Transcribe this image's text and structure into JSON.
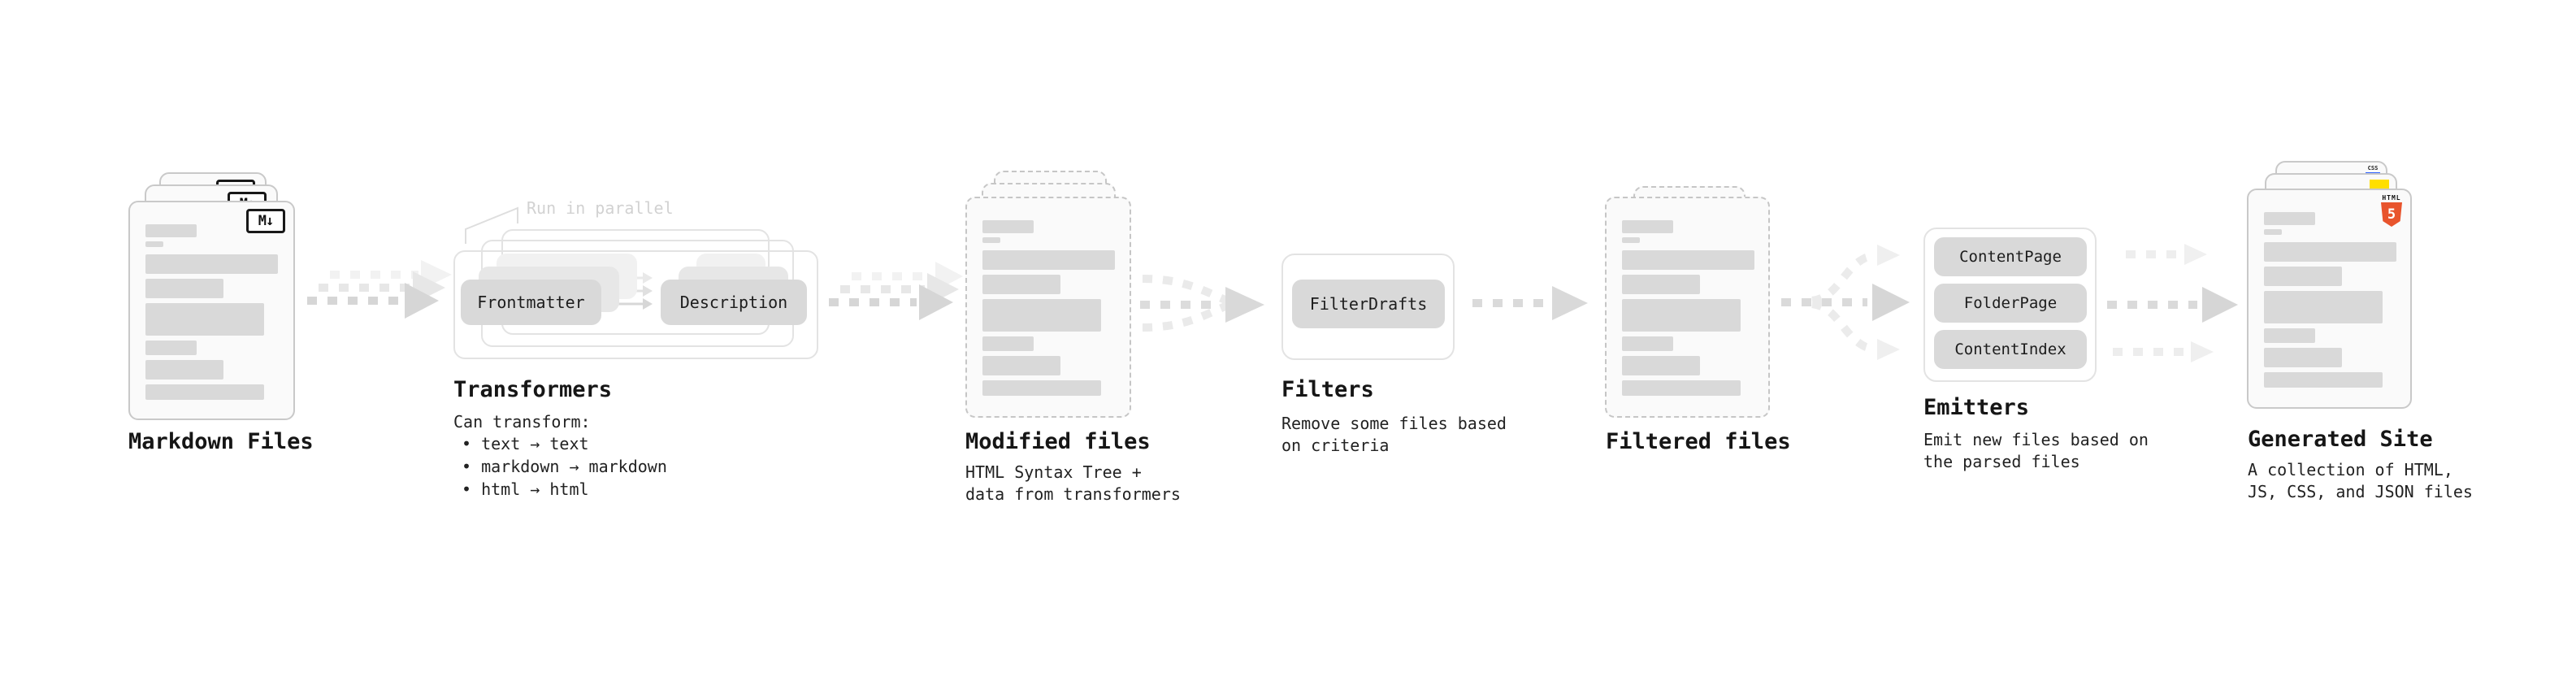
{
  "stages": {
    "markdown_files": {
      "label": "Markdown Files"
    },
    "transformers": {
      "label": "Transformers",
      "annotation": "Run in parallel",
      "node_left": "Frontmatter",
      "node_right": "Description",
      "desc_heading": "Can transform:",
      "bullets": [
        "• text → text",
        "• markdown → markdown",
        "• html → html"
      ]
    },
    "modified_files": {
      "label": "Modified files",
      "desc_lines": [
        "HTML Syntax Tree +",
        "data from transformers"
      ]
    },
    "filters": {
      "label": "Filters",
      "node": "FilterDrafts",
      "desc_lines": [
        "Remove some files based",
        "on criteria"
      ]
    },
    "filtered_files": {
      "label": "Filtered files"
    },
    "emitters": {
      "label": "Emitters",
      "nodes": [
        "ContentPage",
        "FolderPage",
        "ContentIndex"
      ],
      "desc_lines": [
        "Emit new files based on",
        "the parsed files"
      ]
    },
    "generated_site": {
      "label": "Generated Site",
      "desc_lines": [
        "A collection of HTML,",
        "JS, CSS, and JSON files"
      ]
    }
  },
  "icons": {
    "markdown_badge": "M↓",
    "html5_badge_top": "HTML",
    "html5_badge_number": "5",
    "css_badge": "CSS"
  },
  "colors": {
    "doc_border": "#c9c9c9",
    "doc_fill": "#fafafa",
    "placeholder_bar": "#d9d9d9",
    "pill_fill": "#d9d9d9",
    "frame_border": "#e3e3e3",
    "arrow_dark": "#d8d8d8",
    "arrow_light": "#ececec",
    "annotation_gray": "#d2d2d2",
    "html5_orange": "#e8542d",
    "js_yellow": "#ffdf00",
    "css_blue": "#2d62ff"
  },
  "doc_bars": [
    {
      "w": 63,
      "h": 16,
      "gap": 5
    },
    {
      "w": 22,
      "h": 7,
      "gap": 9
    },
    {
      "w": 163,
      "h": 24,
      "gap": 6
    },
    {
      "w": 96,
      "h": 24,
      "gap": 6
    },
    {
      "w": 146,
      "h": 40,
      "gap": 6
    },
    {
      "w": 63,
      "h": 18,
      "gap": 6
    },
    {
      "w": 96,
      "h": 24,
      "gap": 6
    },
    {
      "w": 146,
      "h": 19,
      "gap": 0
    }
  ]
}
